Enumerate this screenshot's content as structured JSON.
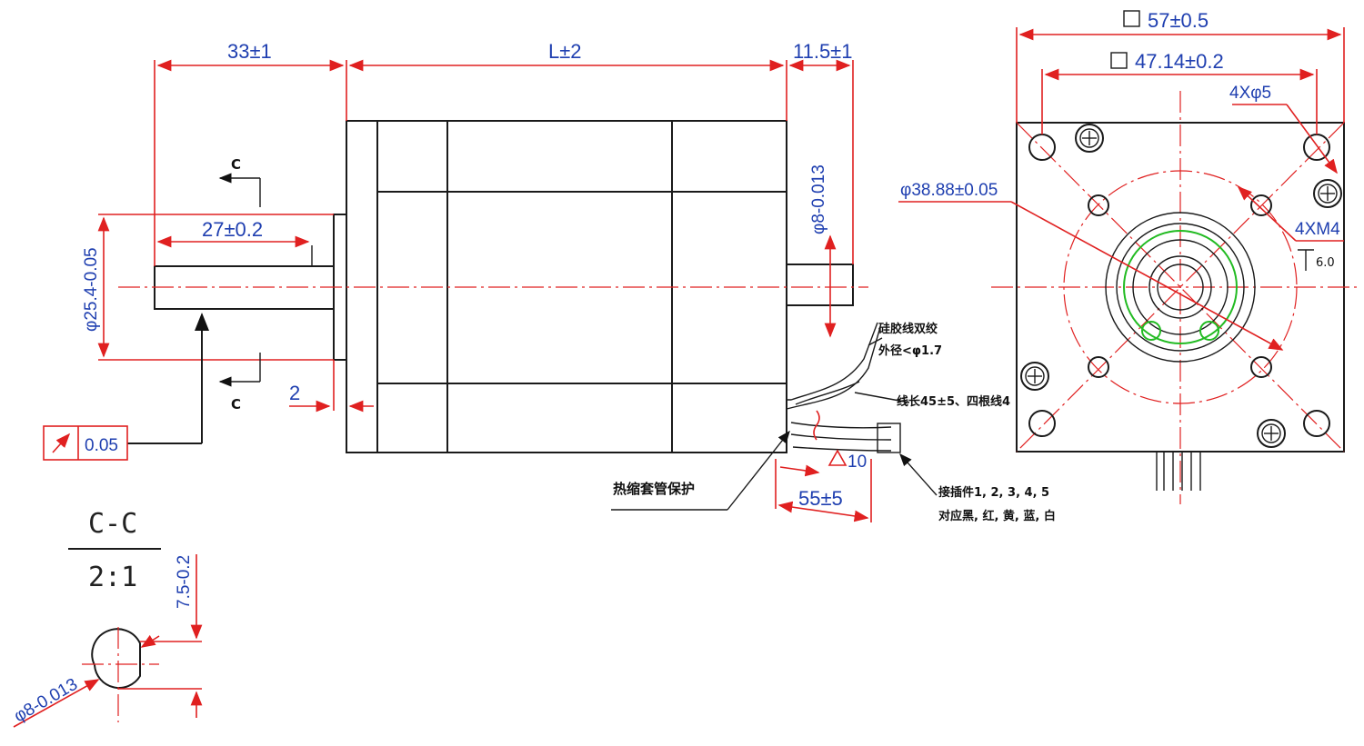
{
  "dimensions": {
    "shaft_front_length": "33±1",
    "body_length": "L±2",
    "rear_shaft_length": "11.5±1",
    "flat_length": "27±0.2",
    "pilot_diameter": "φ25.4-0.05",
    "rear_shaft_diameter": "φ8-0.013",
    "pilot_height": "2",
    "runout": "0.05",
    "frame_size": "57±0.5",
    "bolt_spacing": "47.14±0.2",
    "mount_holes": "4Xφ5",
    "bolt_circle": "φ38.88±0.05",
    "tapped_holes": "4XM4",
    "thread_depth": "6.0",
    "lead_length": "55±5",
    "lead_angle": "10",
    "section_flat": "7.5-0.2",
    "section_diameter": "φ8-0.013"
  },
  "section": {
    "name": "C-C",
    "scale": "2:1",
    "marker": "C"
  },
  "notes": {
    "cable_type": "硅胶线双绞",
    "cable_outer": "外径<φ1.7",
    "lead_length_note": "线长45±5、四根线4",
    "sleeve": "热缩套管保护",
    "connector": "接插件1, 2, 3, 4, 5",
    "wire_colors": "对应黑, 红, 黄, 蓝, 白"
  }
}
